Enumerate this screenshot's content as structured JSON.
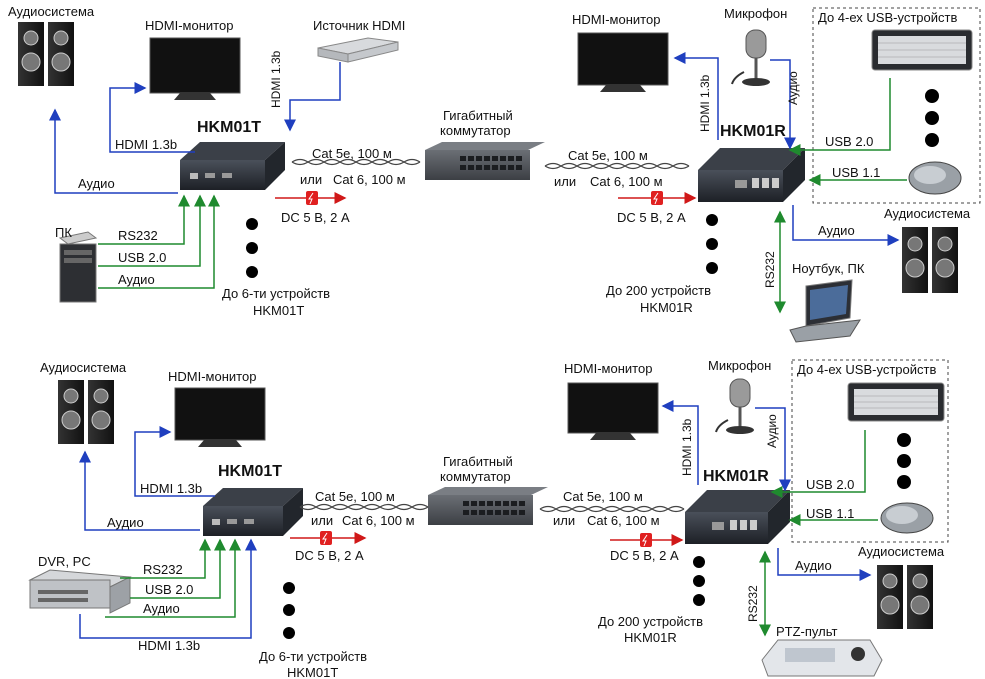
{
  "top": {
    "tx_label": "HKM01T",
    "rx_label": "HKM01R",
    "switch_label_1": "Гигабитный",
    "switch_label_2": "коммутатор",
    "left_speakers_label": "Аудиосистема",
    "left_monitor_label": "HDMI-монитор",
    "hdmi_source_label": "Источник HDMI",
    "hdmi_source_link": "HDMI 1.3b",
    "monitor_link": "HDMI 1.3b",
    "audio_left": "Аудио",
    "pc_label": "ПК",
    "rs232": "RS232",
    "usb20": "USB 2.0",
    "audio_pc": "Аудио",
    "cable_a": "Cat 5e, 100 м",
    "cable_or": "или",
    "cable_b": "Cat 6, 100 м",
    "cable_a_r": "Cat 5e, 100 м",
    "cable_or_r": "или",
    "cable_b_r": "Cat 6, 100 м",
    "power_tx": "DC 5 В, 2 А",
    "power_rx": "DC 5 В, 2 А",
    "tx_count_1": "До 6-ти устройств",
    "tx_count_2": "HKM01T",
    "rx_count_1": "До 200 устройств",
    "rx_count_2": "HKM01R",
    "right_monitor_label": "HDMI-монитор",
    "right_hdmi_link": "HDMI 1.3b",
    "mic_label": "Микрофон",
    "mic_link": "Аудио",
    "usb_box_label": "До 4-ех USB-устройств",
    "usb20_r": "USB 2.0",
    "usb11_r": "USB 1.1",
    "right_speakers_label": "Аудиосистема",
    "audio_right": "Аудио",
    "rs232_r": "RS232",
    "laptop_label": "Ноутбук, ПК"
  },
  "bottom": {
    "tx_label": "HKM01T",
    "rx_label": "HKM01R",
    "switch_label_1": "Гигабитный",
    "switch_label_2": "коммутатор",
    "left_speakers_label": "Аудиосистема",
    "left_monitor_label": "HDMI-монитор",
    "monitor_link": "HDMI 1.3b",
    "audio_left": "Аудио",
    "dvr_label": "DVR, PC",
    "rs232": "RS232",
    "usb20": "USB 2.0",
    "audio_dvr": "Аудио",
    "hdmi_dvr": "HDMI 1.3b",
    "cable_a": "Cat 5e, 100 м",
    "cable_or": "или",
    "cable_b": "Cat 6, 100 м",
    "cable_a_r": "Cat 5e, 100 м",
    "cable_or_r": "или",
    "cable_b_r": "Cat 6, 100 м",
    "power_tx": "DC 5 В, 2 А",
    "power_rx": "DC 5 В, 2 А",
    "tx_count_1": "До 6-ти устройств",
    "tx_count_2": "HKM01T",
    "rx_count_1": "До 200 устройств",
    "rx_count_2": "HKM01R",
    "right_monitor_label": "HDMI-монитор",
    "right_hdmi_link": "HDMI 1.3b",
    "mic_label": "Микрофон",
    "mic_link": "Аудио",
    "usb_box_label": "До 4-ех USB-устройств",
    "usb20_r": "USB 2.0",
    "usb11_r": "USB 1.1",
    "right_speakers_label": "Аудиосистема",
    "audio_right": "Аудио",
    "rs232_r": "RS232",
    "ptz_label": "PTZ-пульт"
  },
  "colors": {
    "hdmi_audio": "#1f3fbf",
    "usb_serial": "#1f8a2e",
    "power": "#d01818",
    "device": "#2b2f36"
  }
}
